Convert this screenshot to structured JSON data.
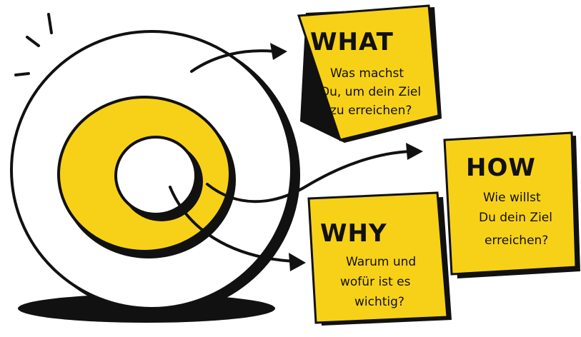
{
  "colors": {
    "accent": "#F7D117",
    "ink": "#111111",
    "paper": "#FFFFFF"
  },
  "notes": [
    {
      "id": "what",
      "title": "WHAT",
      "lines": [
        "Was machst",
        "Du, um dein Ziel",
        "zu erreichen?"
      ]
    },
    {
      "id": "how",
      "title": "HOW",
      "lines": [
        "Wie willst",
        "Du dein Ziel",
        "erreichen?"
      ]
    },
    {
      "id": "why",
      "title": "WHY",
      "lines": [
        "Warum und",
        "wofür ist es",
        "wichtig?"
      ]
    }
  ]
}
